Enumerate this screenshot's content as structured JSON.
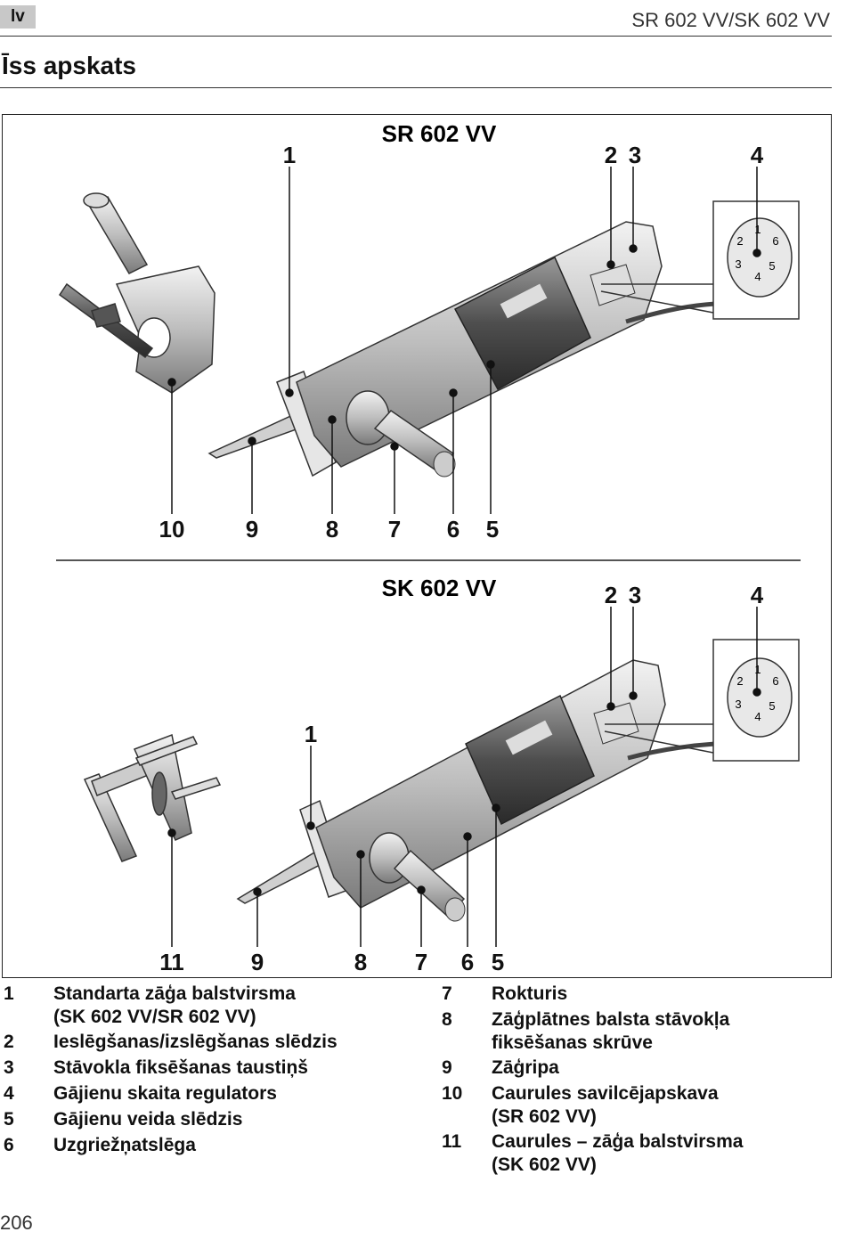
{
  "header": {
    "lang": "lv",
    "model": "SR 602 VV/SK 602 VV"
  },
  "section_title": "Īss apskats",
  "figure": {
    "top_title": "SR 602 VV",
    "bottom_title": "SK 602 VV",
    "top_callouts": [
      "1",
      "2",
      "3",
      "4",
      "10",
      "9",
      "8",
      "7",
      "6",
      "5"
    ],
    "bottom_callouts": [
      "1",
      "2",
      "3",
      "4",
      "11",
      "9",
      "8",
      "7",
      "6",
      "5"
    ],
    "dial_numbers": [
      "1",
      "2",
      "3",
      "4",
      "5",
      "6"
    ]
  },
  "legend_left": [
    {
      "num": "1",
      "lines": [
        "Standarta zāģa balstvirsma",
        "(SK 602 VV/SR 602 VV)"
      ]
    },
    {
      "num": "2",
      "lines": [
        "Ieslēgšanas/izslēgšanas slēdzis"
      ]
    },
    {
      "num": "3",
      "lines": [
        "Stāvokla fiksēšanas taustiņš"
      ]
    },
    {
      "num": "4",
      "lines": [
        "Gājienu skaita regulators"
      ]
    },
    {
      "num": "5",
      "lines": [
        "Gājienu veida slēdzis"
      ]
    },
    {
      "num": "6",
      "lines": [
        "Uzgriežņatslēga"
      ]
    }
  ],
  "legend_right": [
    {
      "num": "7",
      "lines": [
        "Rokturis"
      ]
    },
    {
      "num": "8",
      "lines": [
        "Zāģplātnes balsta stāvokļa",
        "fiksēšanas skrūve"
      ]
    },
    {
      "num": "9",
      "lines": [
        "Zāģripa"
      ]
    },
    {
      "num": "10",
      "lines": [
        "Caurules savilcējapskava",
        "(SR 602 VV)"
      ]
    },
    {
      "num": "11",
      "lines": [
        "Caurules – zāģa balstvirsma",
        "(SK 602 VV)"
      ]
    }
  ],
  "page_number": "206"
}
